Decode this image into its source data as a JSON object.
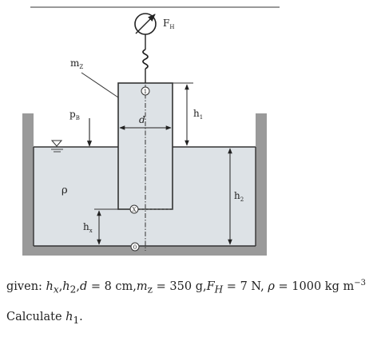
{
  "figure": {
    "labels": {
      "force_symbol": "F",
      "force_sub": "H",
      "mass_symbol": "m",
      "mass_sub": "Z",
      "pressure_symbol": "p",
      "pressure_sub": "B",
      "density_symbol": "ρ",
      "diameter_symbol": "d",
      "h1_symbol": "h",
      "h1_sub": "1",
      "h2_symbol": "h",
      "h2_sub": "2",
      "hx_symbol": "h",
      "hx_sub": "x",
      "point_1": "1",
      "point_x": "X",
      "point_0": "0"
    }
  },
  "problem": {
    "given_prefix": "given: ",
    "h_x_symbol": "h",
    "h_x_sub": "x",
    "h_2_symbol": "h",
    "h_2_sub": "2",
    "d_symbol": "d",
    "equals_1": " = 8 cm,",
    "m_z_symbol": "m",
    "m_z_sub": "z",
    "equals_2": " = 350 g,",
    "F_H_symbol": "F",
    "F_H_sub": "H",
    "equals_3": " = 7 N, ",
    "rho_symbol": "ρ",
    "equals_4": " = 1000 kg m",
    "exponent": "−3",
    "question_prefix": "Calculate ",
    "question_symbol": "h",
    "question_sub": "1",
    "question_suffix": "."
  }
}
